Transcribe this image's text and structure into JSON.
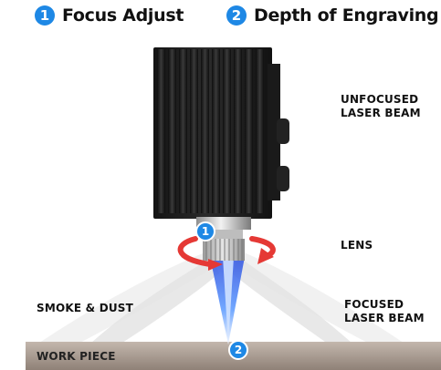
{
  "titles": [
    {
      "number": "1",
      "text": "Focus Adjust"
    },
    {
      "number": "2",
      "text": "Depth of Engraving"
    }
  ],
  "labels": {
    "unfocused_line1": "UNFOCUSED",
    "unfocused_line2": "LASER BEAM",
    "lens": "LENS",
    "smoke": "SMOKE & DUST",
    "focused_line1": "FOCUSED",
    "focused_line2": "LASER BEAM",
    "work_piece": "WORK PIECE"
  },
  "markers": {
    "focus": "1",
    "depth": "2"
  },
  "colors": {
    "badge_blue": "#1e88e5",
    "arrow_red": "#e53935",
    "laser_blue": "#3b6cff",
    "module_black": "#1b1b1b",
    "work_piece": "#a89a8f"
  },
  "icons": [
    "rotate-arrow-icon"
  ]
}
